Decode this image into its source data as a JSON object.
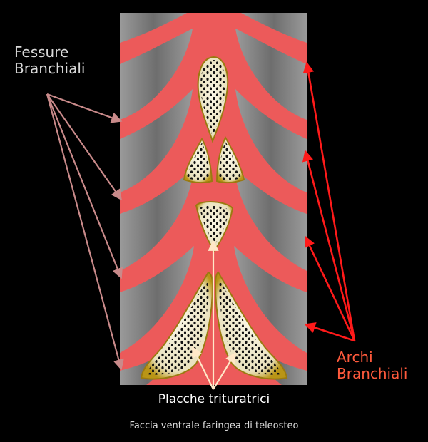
{
  "labels": {
    "gill_slits": "Fessure\nBranchiali",
    "gill_arches": "Archi\nBranchiali",
    "plates": "Placche trituratrici",
    "caption": "Faccia ventrale faringea di teleosteo"
  },
  "colors": {
    "background": "#000000",
    "slit_grey": "#7f7f7f",
    "arch_red": "#ec5a5a",
    "plate_cream": "#f1ecd2",
    "plate_rim": "#c8a21a",
    "slit_label": "#d9d9d9",
    "arch_label": "#ff5a3c",
    "slit_arrow": "#c98a8a",
    "arch_arrow": "#ff1a1a",
    "plate_arrow": "#ffe8c8"
  }
}
